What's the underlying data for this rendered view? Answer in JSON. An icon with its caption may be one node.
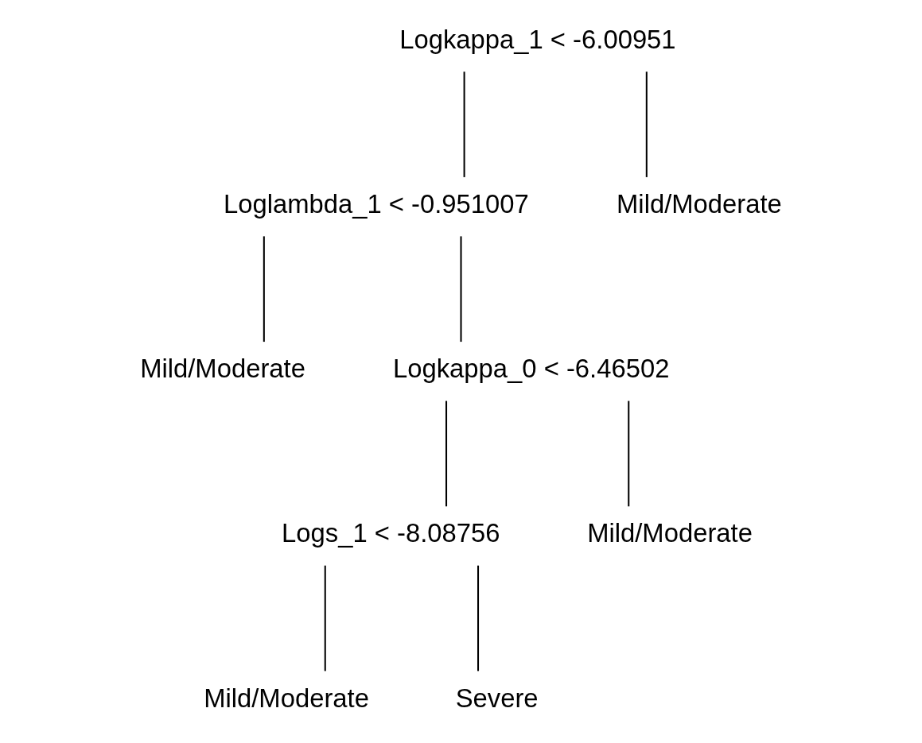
{
  "diagram": {
    "nodes": [
      {
        "text": [
          "Logkappa_1 < -6.00951"
        ]
      },
      {
        "text": [
          "Loglambda_1 < -0.951007"
        ]
      },
      {
        "text": [
          "Mild/Moderate"
        ]
      },
      {
        "text": [
          "Mild/Moderate"
        ]
      },
      {
        "text": [
          "Logkappa_0 < -6.46502"
        ]
      },
      {
        "text": [
          "Logs_1 < -8.08756"
        ]
      },
      {
        "text": [
          "Mild/Moderate"
        ]
      },
      {
        "text": [
          "Mild/Moderate"
        ]
      },
      {
        "text": [
          "Severe"
        ]
      }
    ],
    "edges": [
      {
        "from": 0,
        "to": 1,
        "arrow": "none"
      },
      {
        "from": 0,
        "to": 2,
        "arrow": "none"
      },
      {
        "from": 1,
        "to": 3,
        "arrow": "none"
      },
      {
        "from": 1,
        "to": 4,
        "arrow": "none"
      },
      {
        "from": 4,
        "to": 5,
        "arrow": "none"
      },
      {
        "from": 4,
        "to": 6,
        "arrow": "none"
      },
      {
        "from": 5,
        "to": 7,
        "arrow": "none"
      },
      {
        "from": 5,
        "to": 8,
        "arrow": "none"
      }
    ]
  }
}
